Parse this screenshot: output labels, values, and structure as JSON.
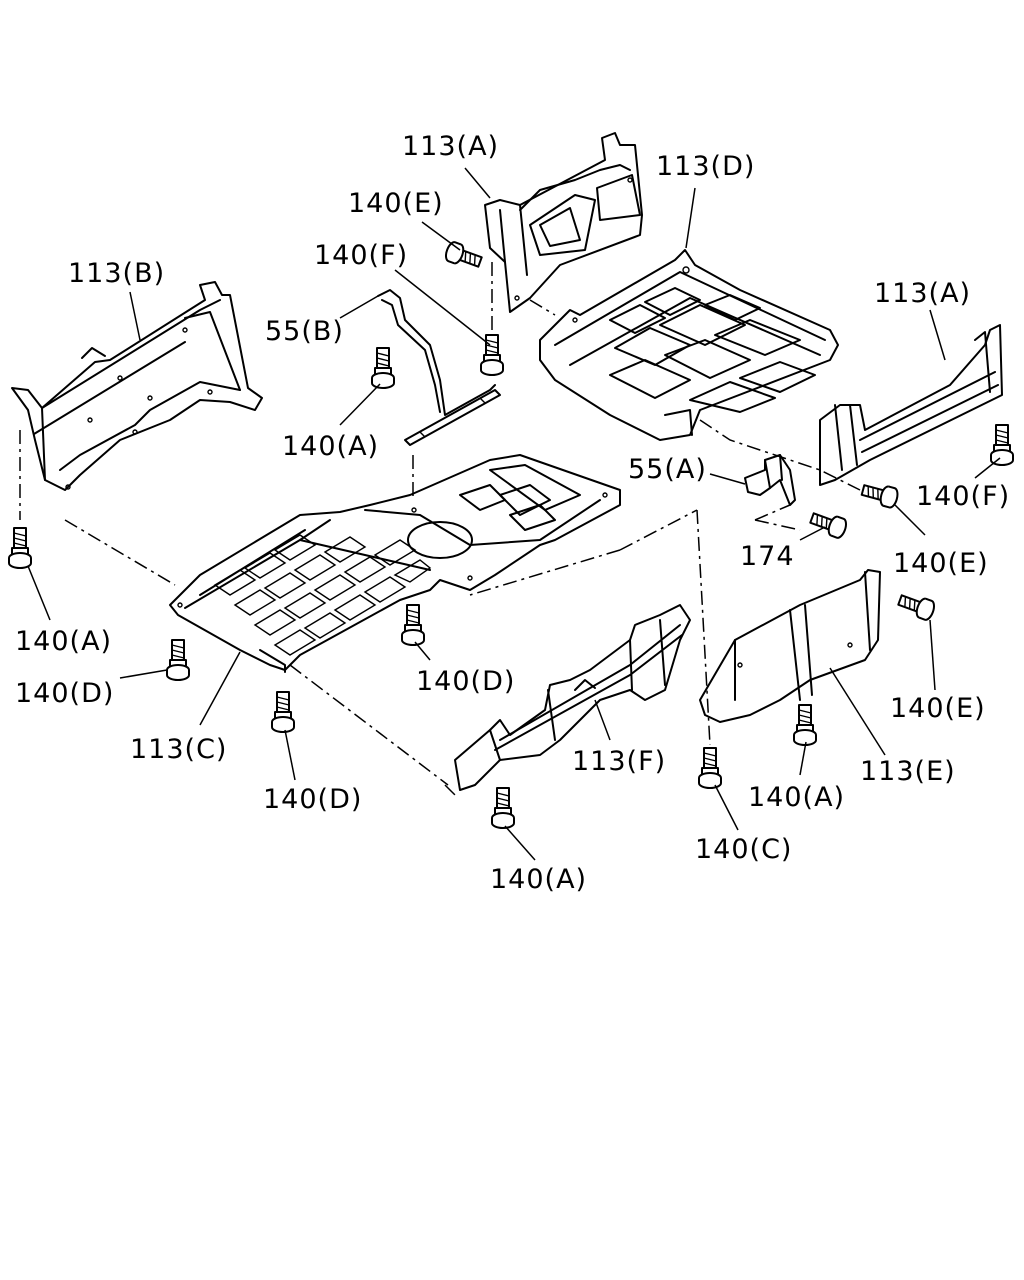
{
  "callouts": {
    "c_113a_top": "113(A)",
    "c_113d": "113(D)",
    "c_140e_top": "140(E)",
    "c_140f_top": "140(F)",
    "c_113b": "113(B)",
    "c_55b": "55(B)",
    "c_113a_right": "113(A)",
    "c_140a_mid": "140(A)",
    "c_55a": "55(A)",
    "c_140f_right": "140(F)",
    "c_140e_mid": "140(E)",
    "c_174": "174",
    "c_140a_left": "140(A)",
    "c_140d_left": "140(D)",
    "c_140d_mid": "140(D)",
    "c_140e_right": "140(E)",
    "c_113c": "113(C)",
    "c_113f": "113(F)",
    "c_113e": "113(E)",
    "c_140a_lowright": "140(A)",
    "c_140d_bottom": "140(D)",
    "c_140c": "140(C)",
    "c_140a_bottom": "140(A)"
  }
}
